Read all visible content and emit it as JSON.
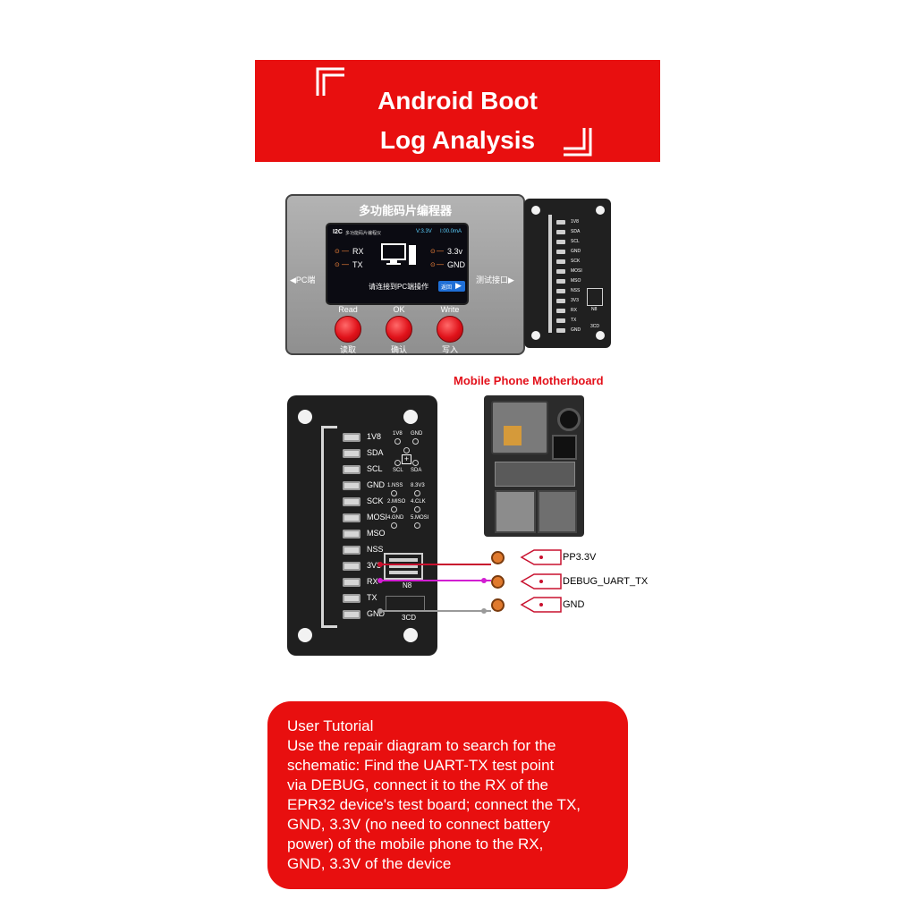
{
  "banner": {
    "line1": "Android Boot",
    "line2": "Log Analysis"
  },
  "device": {
    "title": "多功能码片编程器",
    "screen": {
      "brand": "I2C",
      "header_text": "多功能码片编程仪",
      "voltage": "V:3.3V",
      "current": "I:00.0mA",
      "rx": "RX",
      "tx": "TX",
      "v33": "3.3v",
      "gnd": "GND",
      "prompt": "请连接到PC端操作",
      "back": "返回"
    },
    "left_port": "◀PC端",
    "right_port": "测试接口▶",
    "buttons": [
      {
        "top": "Read",
        "bottom": "读取"
      },
      {
        "top": "OK",
        "bottom": "确认"
      },
      {
        "top": "Write",
        "bottom": "写入"
      }
    ]
  },
  "small_board": {
    "pins": [
      "1V8",
      "SDA",
      "SCL",
      "GND",
      "SCK",
      "MOSI",
      "MSO",
      "NSS",
      "3V3",
      "RX",
      "TX",
      "GND"
    ],
    "tags": [
      "N8",
      "3CD"
    ]
  },
  "large_board": {
    "pins": [
      "1V8",
      "SDA",
      "SCL",
      "GND",
      "SCK",
      "MOSI",
      "MSO",
      "NSS",
      "3V3",
      "RX",
      "TX",
      "GND"
    ],
    "small_labels": [
      "1V8",
      "GND",
      "SCL",
      "SDA",
      "1.NSS",
      "8.3V3",
      "2.MISO",
      "4.CLK",
      "4.GND",
      "5.MOSI"
    ],
    "tags": [
      "N8",
      "3CD"
    ]
  },
  "motherboard": {
    "caption": "Mobile Phone Motherboard"
  },
  "test_points": [
    "PP3.3V",
    "DEBUG_UART_TX",
    "GND"
  ],
  "wire_colors": {
    "red": "#c8102e",
    "magenta": "#d21ed2",
    "gray": "#9a9a9a"
  },
  "tutorial": {
    "title": "User Tutorial",
    "lines": [
      "Use the repair diagram to search for the",
      "schematic: Find the UART-TX test point",
      "via DEBUG, connect it to the RX of the",
      "EPR32 device's test board; connect the TX,",
      "GND, 3.3V (no need to connect battery",
      "power) of the mobile phone to the RX,",
      "GND, 3.3V of the device"
    ]
  },
  "colors": {
    "brand_red": "#e80f0f",
    "board": "#1f1f1f",
    "caption_red": "#e3101a"
  }
}
